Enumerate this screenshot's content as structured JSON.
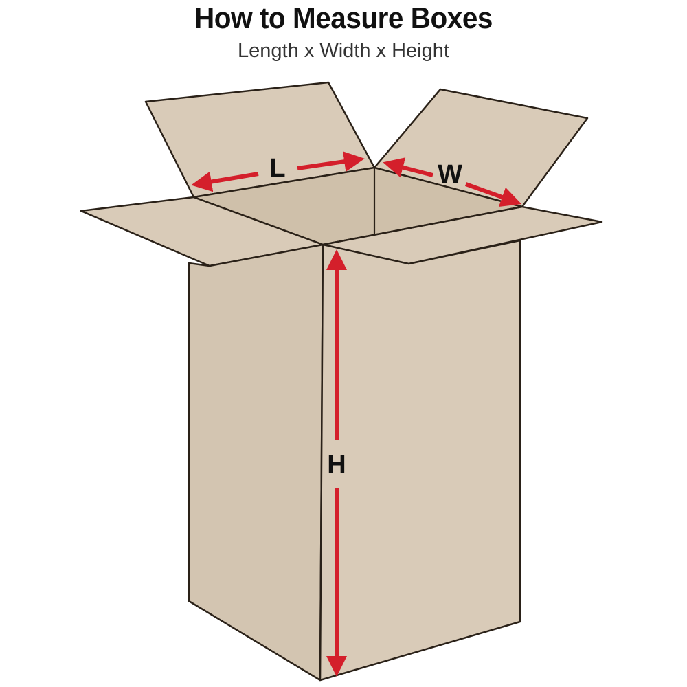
{
  "header": {
    "title": "How to Measure Boxes",
    "subtitle": "Length x Width x Height"
  },
  "dimensions": {
    "length_label": "L",
    "width_label": "W",
    "height_label": "H"
  },
  "colors": {
    "cardboard": "#d9cbb8",
    "outline": "#2a2118",
    "arrow": "#d41f2b"
  }
}
